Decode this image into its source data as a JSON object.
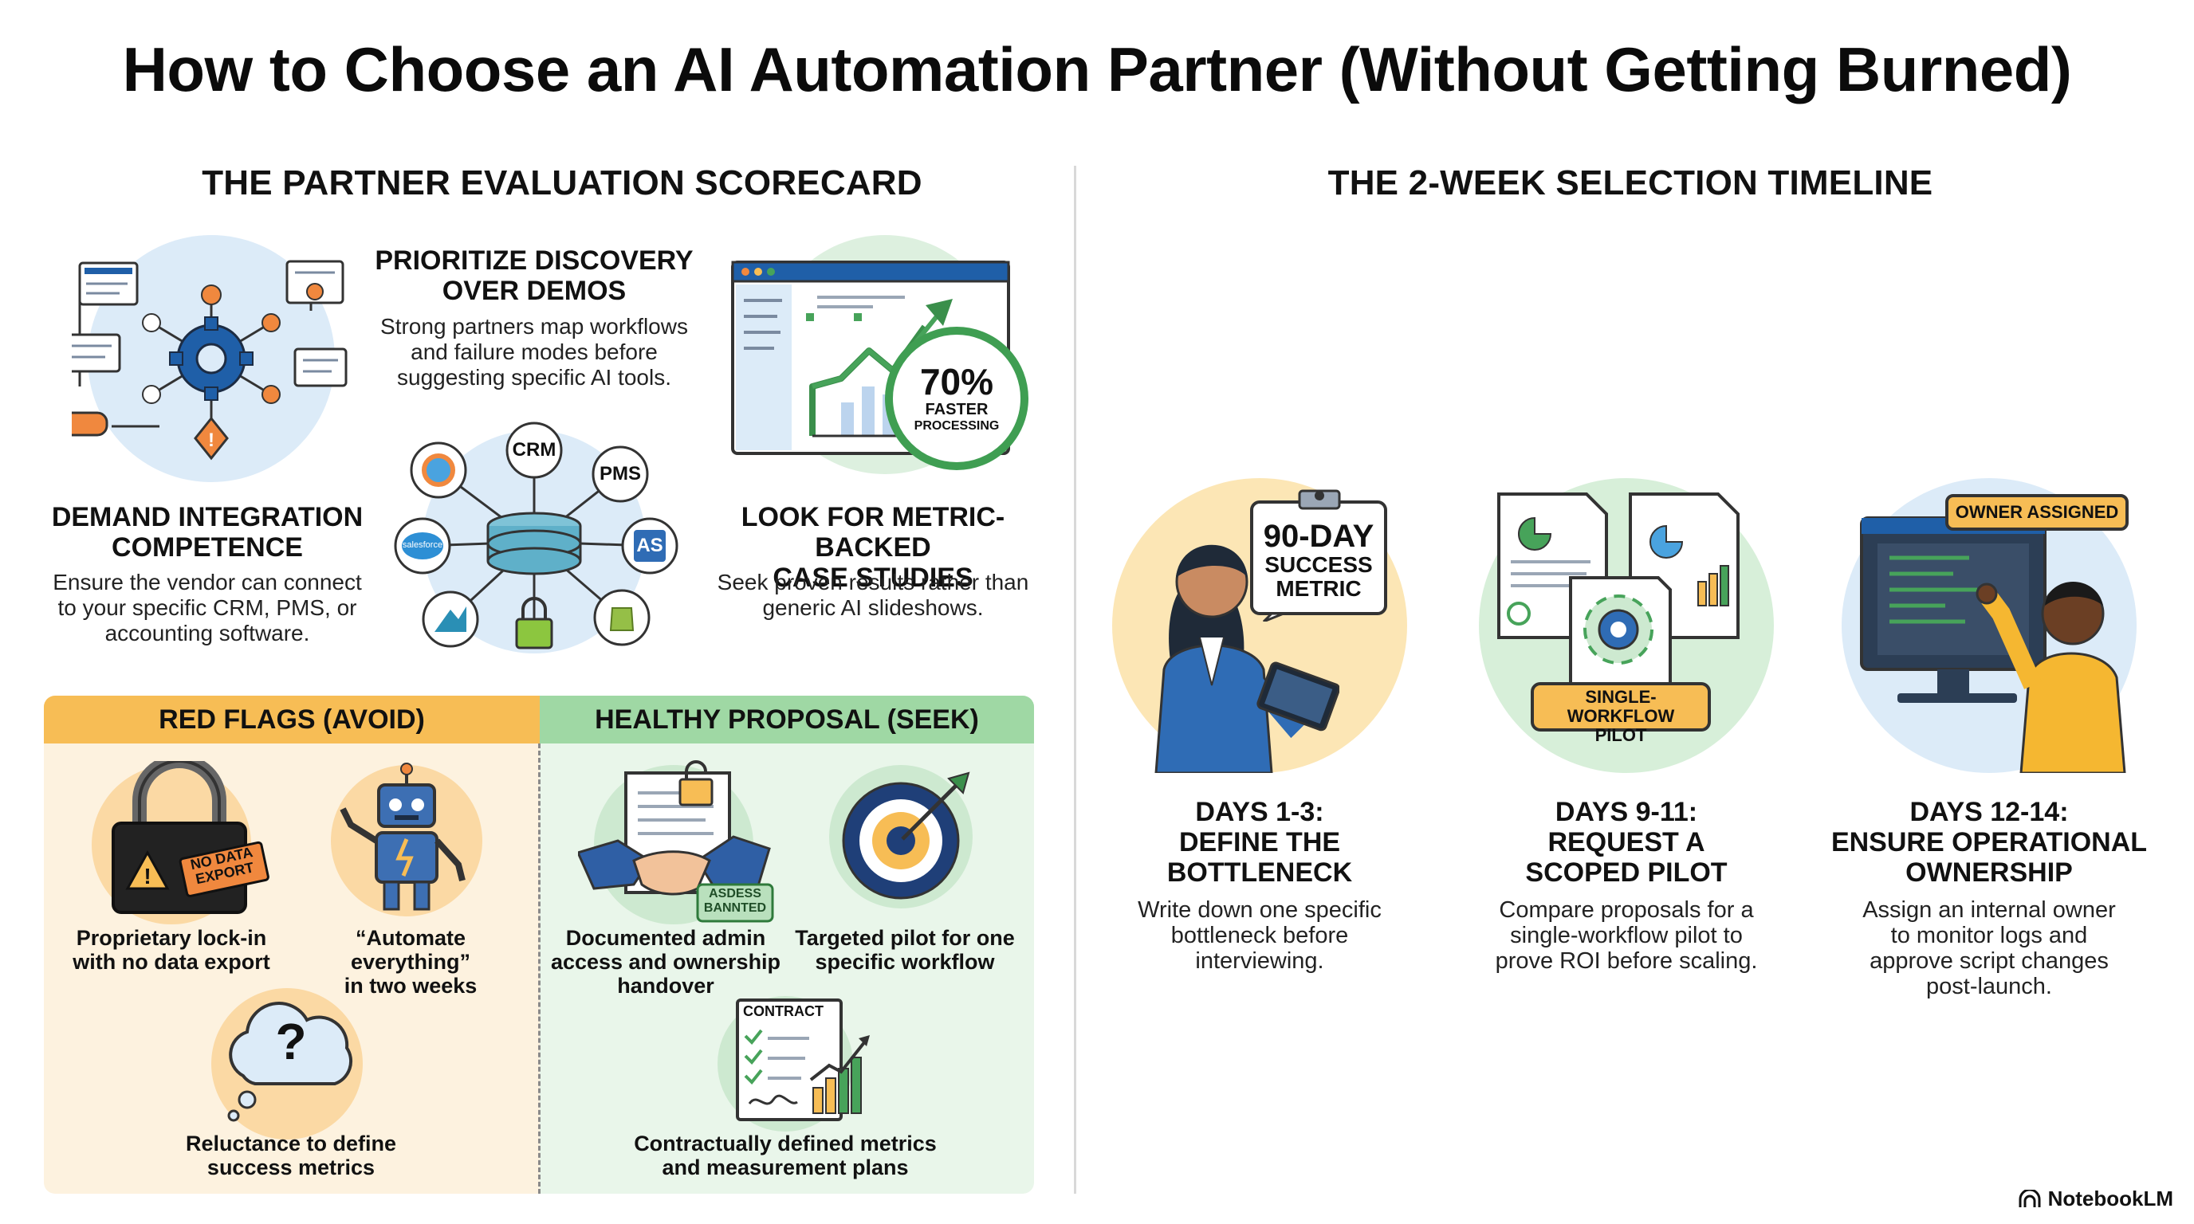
{
  "title": "How to Choose an AI Automation Partner (Without Getting Burned)",
  "scorecard": {
    "heading": "THE PARTNER EVALUATION SCORECARD",
    "discovery": {
      "title_line1": "PRIORITIZE DISCOVERY",
      "title_line2": "OVER DEMOS",
      "body_line1": "Strong partners map workflows",
      "body_line2": "and failure modes before",
      "body_line3": "suggesting specific AI tools."
    },
    "integration": {
      "title_line1": "DEMAND INTEGRATION",
      "title_line2": "COMPETENCE",
      "body_line1": "Ensure the vendor can connect",
      "body_line2": "to your specific CRM, PMS, or",
      "body_line3": "accounting software.",
      "hub_labels": {
        "crm": "CRM",
        "pms": "PMS",
        "as": "AS",
        "salesforce": "salesforce"
      }
    },
    "metrics": {
      "title_line1": "LOOK FOR METRIC-BACKED",
      "title_line2": "CASE STUDIES",
      "body_line1": "Seek proven results rather than",
      "body_line2": "generic AI slideshows.",
      "badge_value": "70%",
      "badge_line1": "FASTER",
      "badge_line2": "PROCESSING"
    }
  },
  "red_flags": {
    "heading": "RED FLAGS (AVOID)",
    "lock_tag_line1": "NO DATA",
    "lock_tag_line2": "EXPORT",
    "item1_line1": "Proprietary lock-in",
    "item1_line2": "with no data export",
    "item2_line1": "“Automate everything”",
    "item2_line2": "in two weeks",
    "item3_line1": "Reluctance to define",
    "item3_line2": "success metrics",
    "cloud_symbol": "?"
  },
  "healthy": {
    "heading": "HEALTHY PROPOSAL (SEEK)",
    "stamp_line1": "ASDESS",
    "stamp_line2": "BANNTED",
    "item1_line1": "Documented admin",
    "item1_line2": "access and ownership",
    "item1_line3": "handover",
    "item2_line1": "Targeted pilot for one",
    "item2_line2": "specific workflow",
    "contract_label": "CONTRACT",
    "item3_line1": "Contractually defined metrics",
    "item3_line2": "and measurement plans"
  },
  "timeline": {
    "heading": "THE 2-WEEK SELECTION TIMELINE",
    "step1": {
      "badge_line1": "90-DAY",
      "badge_line2": "SUCCESS",
      "badge_line3": "METRIC",
      "head_line1": "DAYS 1-3:",
      "head_line2": "DEFINE THE",
      "head_line3": "BOTTLENECK",
      "body_line1": "Write down one specific",
      "body_line2": "bottleneck before",
      "body_line3": "interviewing."
    },
    "step2": {
      "badge_line1": "SINGLE-WORKFLOW",
      "badge_line2": "PILOT",
      "head_line1": "DAYS 9-11:",
      "head_line2": "REQUEST A",
      "head_line3": "SCOPED PILOT",
      "body_line1": "Compare proposals for a",
      "body_line2": "single-workflow pilot to",
      "body_line3": "prove ROI before scaling."
    },
    "step3": {
      "badge": "OWNER ASSIGNED",
      "head_line1": "DAYS 12-14:",
      "head_line2": "ENSURE OPERATIONAL",
      "head_line3": "OWNERSHIP",
      "body_line1": "Assign an internal owner",
      "body_line2": "to monitor logs and",
      "body_line3": "approve script changes",
      "body_line4": "post-launch."
    }
  },
  "brand": "NotebookLM",
  "colors": {
    "blue": "#1f5fa8",
    "orange": "#f0883e",
    "yellow": "#f7bd55",
    "green": "#47a35a",
    "light_blue": "#dcebf8"
  }
}
